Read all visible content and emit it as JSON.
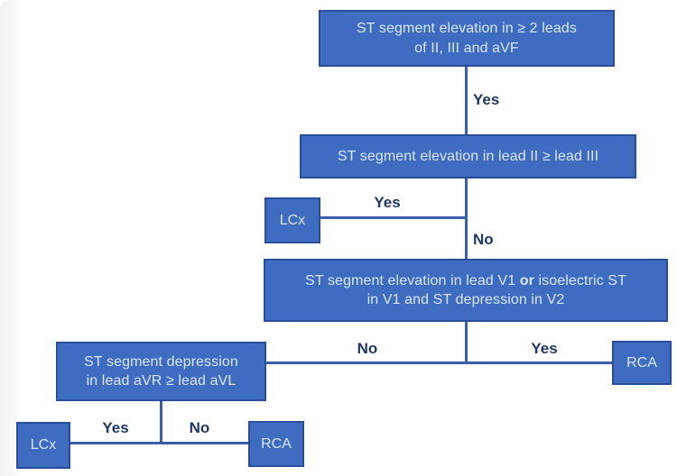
{
  "nodes": {
    "n1": {
      "line1": "ST segment elevation in ≥ 2 leads",
      "line2": "of II, III and aVF"
    },
    "n2": {
      "line1": "ST segment elevation in lead II ≥ lead III"
    },
    "n3": {
      "line1_pre": "ST segment elevation in lead V1 ",
      "line1_bold": "or",
      "line1_post": " isoelectric ST",
      "line2": "in V1 and ST depression in V2"
    },
    "n4": {
      "line1": "ST segment depression",
      "line2": "in lead aVR ≥ lead aVL"
    },
    "lcx1": {
      "label": "LCx"
    },
    "rca1": {
      "label": "RCA"
    },
    "lcx2": {
      "label": "LCx"
    },
    "rca2": {
      "label": "RCA"
    }
  },
  "edge_labels": {
    "yes1": "Yes",
    "yes2": "Yes",
    "no1": "No",
    "no2": "No",
    "yes3": "Yes",
    "yes4": "Yes",
    "no3": "No"
  },
  "colors": {
    "node_fill": "#3d6cc0",
    "node_border": "#2a4d9b",
    "node_text": "#d9e6f7",
    "connector_line": "#3a5fa8",
    "edge_label_text": "#1f3864",
    "background": "#ffffff"
  }
}
